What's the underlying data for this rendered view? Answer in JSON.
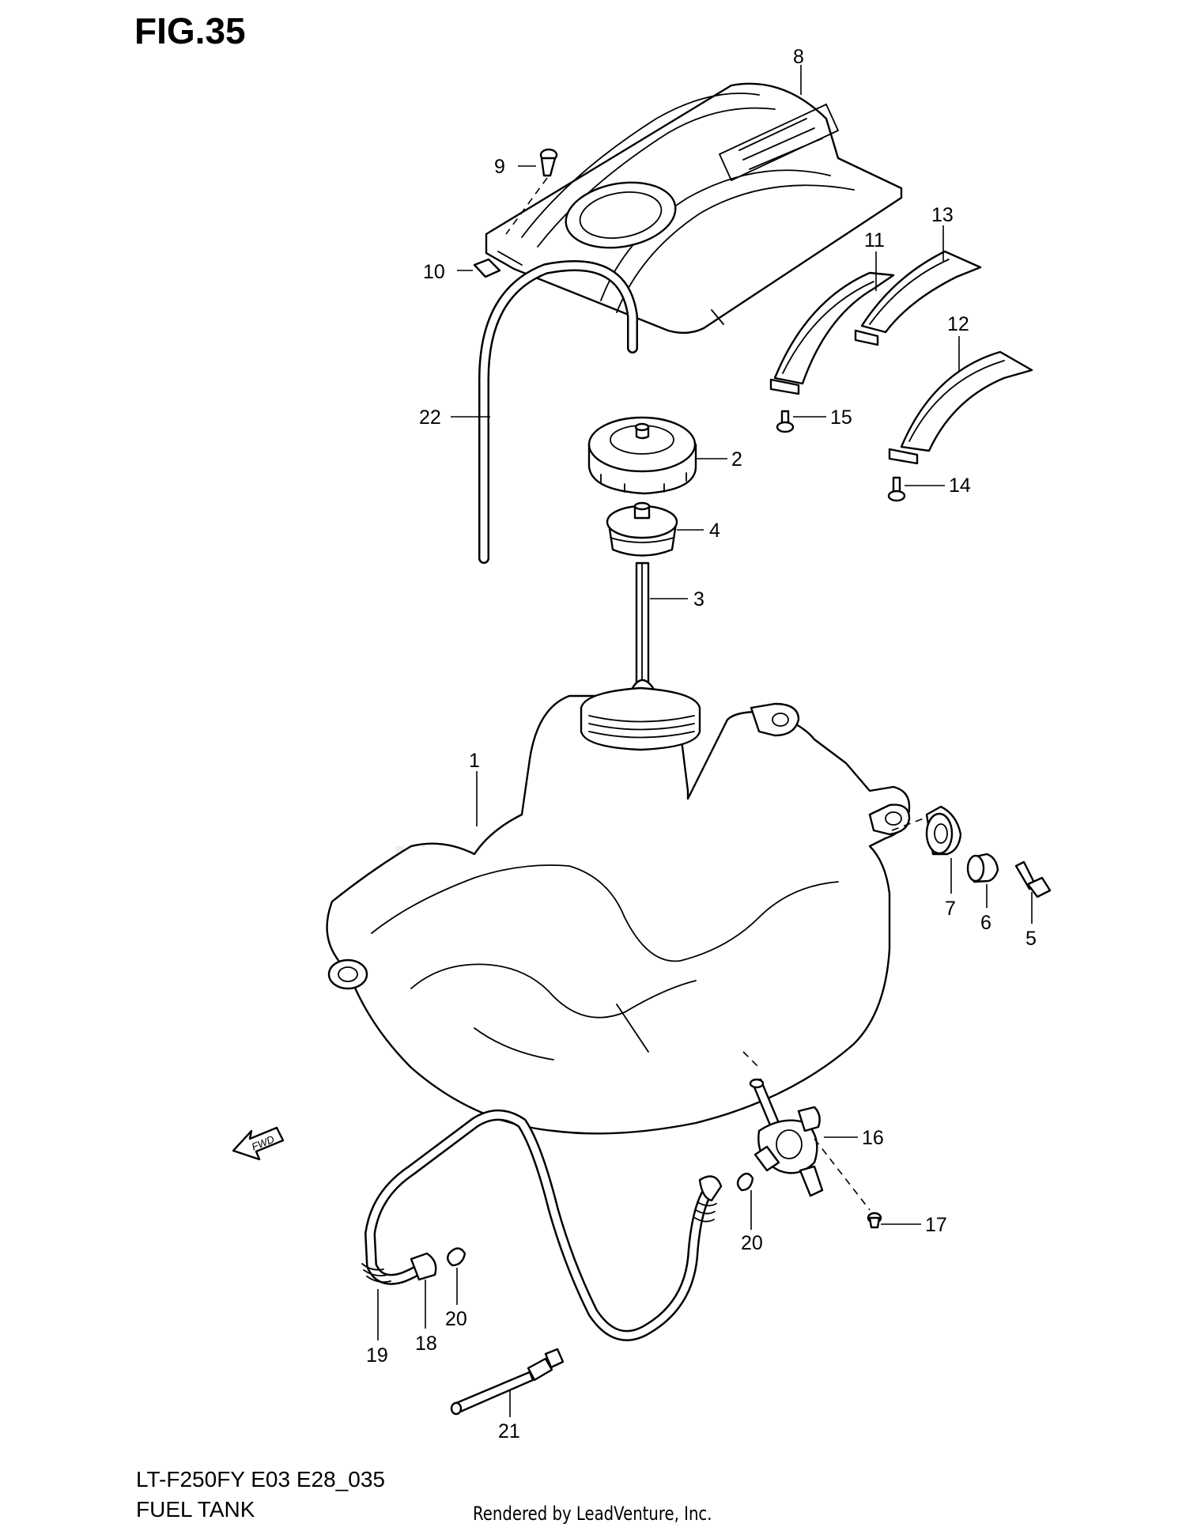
{
  "figure": {
    "title": "FIG.35",
    "model_code": "LT-F250FY E03 E28_035",
    "section_title": "FUEL TANK",
    "credit": "Rendered by LeadVenture, Inc.",
    "watermark": "LEADVENTURE",
    "direction_marker": "FWD"
  },
  "callouts": [
    {
      "id": "1",
      "label": "1"
    },
    {
      "id": "2",
      "label": "2"
    },
    {
      "id": "3",
      "label": "3"
    },
    {
      "id": "4",
      "label": "4"
    },
    {
      "id": "5",
      "label": "5"
    },
    {
      "id": "6",
      "label": "6"
    },
    {
      "id": "7",
      "label": "7"
    },
    {
      "id": "8",
      "label": "8"
    },
    {
      "id": "9",
      "label": "9"
    },
    {
      "id": "10",
      "label": "10"
    },
    {
      "id": "11",
      "label": "11"
    },
    {
      "id": "12",
      "label": "12"
    },
    {
      "id": "13",
      "label": "13"
    },
    {
      "id": "14",
      "label": "14"
    },
    {
      "id": "15",
      "label": "15"
    },
    {
      "id": "16",
      "label": "16"
    },
    {
      "id": "17",
      "label": "17"
    },
    {
      "id": "18",
      "label": "18"
    },
    {
      "id": "19",
      "label": "19"
    },
    {
      "id": "20a",
      "label": "20"
    },
    {
      "id": "20b",
      "label": "20"
    },
    {
      "id": "21",
      "label": "21"
    },
    {
      "id": "22",
      "label": "22"
    }
  ]
}
